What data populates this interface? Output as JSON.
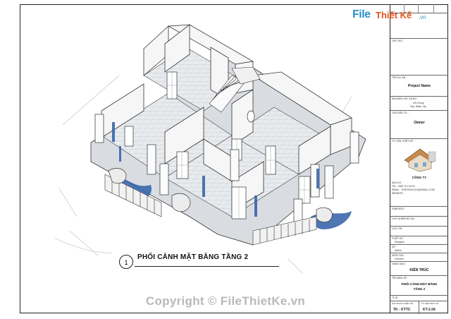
{
  "logo": {
    "part1": "File",
    "part2": "Thiết Kế",
    "part3": ".vn"
  },
  "caption": {
    "number": "1",
    "title": "PHỐI CẢNH MẶT BẰNG TẦNG 2"
  },
  "title_block": {
    "notes_label": "GHI CHÚ :",
    "project_label": "TÊN DỰ ÁN :",
    "project_name": "Project Name",
    "address_label": "ĐỊA ĐIỂM XÂY DỰNG :",
    "address_line1": "HN Group",
    "address_line2": "City, State, Zip",
    "owner_label": "CHỦ ĐẦU TƯ :",
    "owner": "Owner",
    "consultant_label": "TƯ VẤN THIẾT KẾ :",
    "company": "CÔNG TY",
    "company_lines": [
      "ĐỊA CHỈ :",
      "TEL :    0987.XX.XXXX",
      "EMAIL :  THIETKEXXXX@GMAIL.COM",
      "WEBSITE :"
    ],
    "roles": [
      {
        "label": "GIÁM ĐỐC :",
        "value": ""
      },
      {
        "label": "CHỦ NHIỆM ĐỒ ÁN :",
        "value": ""
      },
      {
        "label": "CHỦ TRÌ :",
        "value": ""
      },
      {
        "label": "THIẾT KẾ :",
        "value": "Designer"
      },
      {
        "label": "VẼ :",
        "value": "Author"
      },
      {
        "label": "KIỂM TRA :",
        "value": "Checker"
      }
    ],
    "category_label": "HẠNG MỤC :",
    "category": "KIẾN TRÚC",
    "sheet_name_label": "TÊN BẢN VẼ :",
    "sheet_name_1": "PHỐI CẢNH MẶT BẰNG",
    "sheet_name_2": "TẦNG 2",
    "scale_label": "TỈ LỆ :",
    "stage_label": "GIAI ĐOẠN THIẾT KẾ :",
    "stage": "TK - KTTC",
    "sheet_no_label": "KÝ HIỆU BẢN VẼ :",
    "sheet_no": "KT-2.04"
  },
  "copyright": {
    "prefix": "Copyright ©",
    "name": "FileThietKe.vn"
  },
  "colors": {
    "accent_blue": "#2a8fc8",
    "accent_orange": "#e2541b",
    "wall": "#f4f4f4",
    "floor": "#e6e9ec",
    "ornament": "#2f5fa8"
  }
}
